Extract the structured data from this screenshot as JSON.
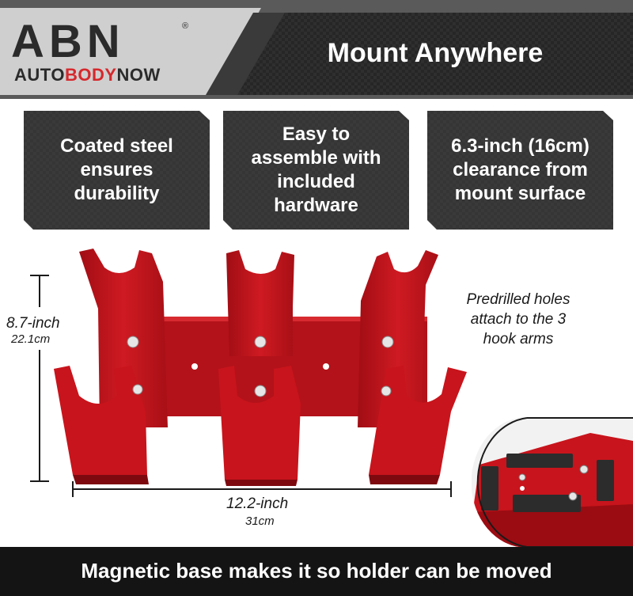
{
  "brand": {
    "logo_letters": "ABN",
    "registered_mark": "®",
    "word_auto": "AUTO",
    "word_body": "BODY",
    "word_now": "NOW"
  },
  "header": {
    "title": "Mount Anywhere"
  },
  "features": [
    {
      "icon": "shield-icon",
      "lines": [
        "Coated steel",
        "ensures",
        "durability"
      ]
    },
    {
      "icon": "wrench-icon",
      "lines": [
        "Easy to",
        "assemble with",
        "included",
        "hardware"
      ]
    },
    {
      "icon": "ruler-icon",
      "lines": [
        "6.3-inch (16cm)",
        "clearance from",
        "mount surface"
      ]
    }
  ],
  "dimensions": {
    "height_main": "8.7-inch",
    "height_sub": "22.1cm",
    "width_main": "12.2-inch",
    "width_sub": "31cm"
  },
  "callout": {
    "lines": [
      "Predrilled holes",
      "attach to the 3",
      "hook arms"
    ]
  },
  "footer": {
    "text": "Magnetic base makes it so holder can be moved"
  },
  "colors": {
    "brand_red": "#d6282c",
    "product_red": "#c8141c",
    "banner_dark": "#1f1f1f",
    "card_dark": "#4a4a4a"
  }
}
